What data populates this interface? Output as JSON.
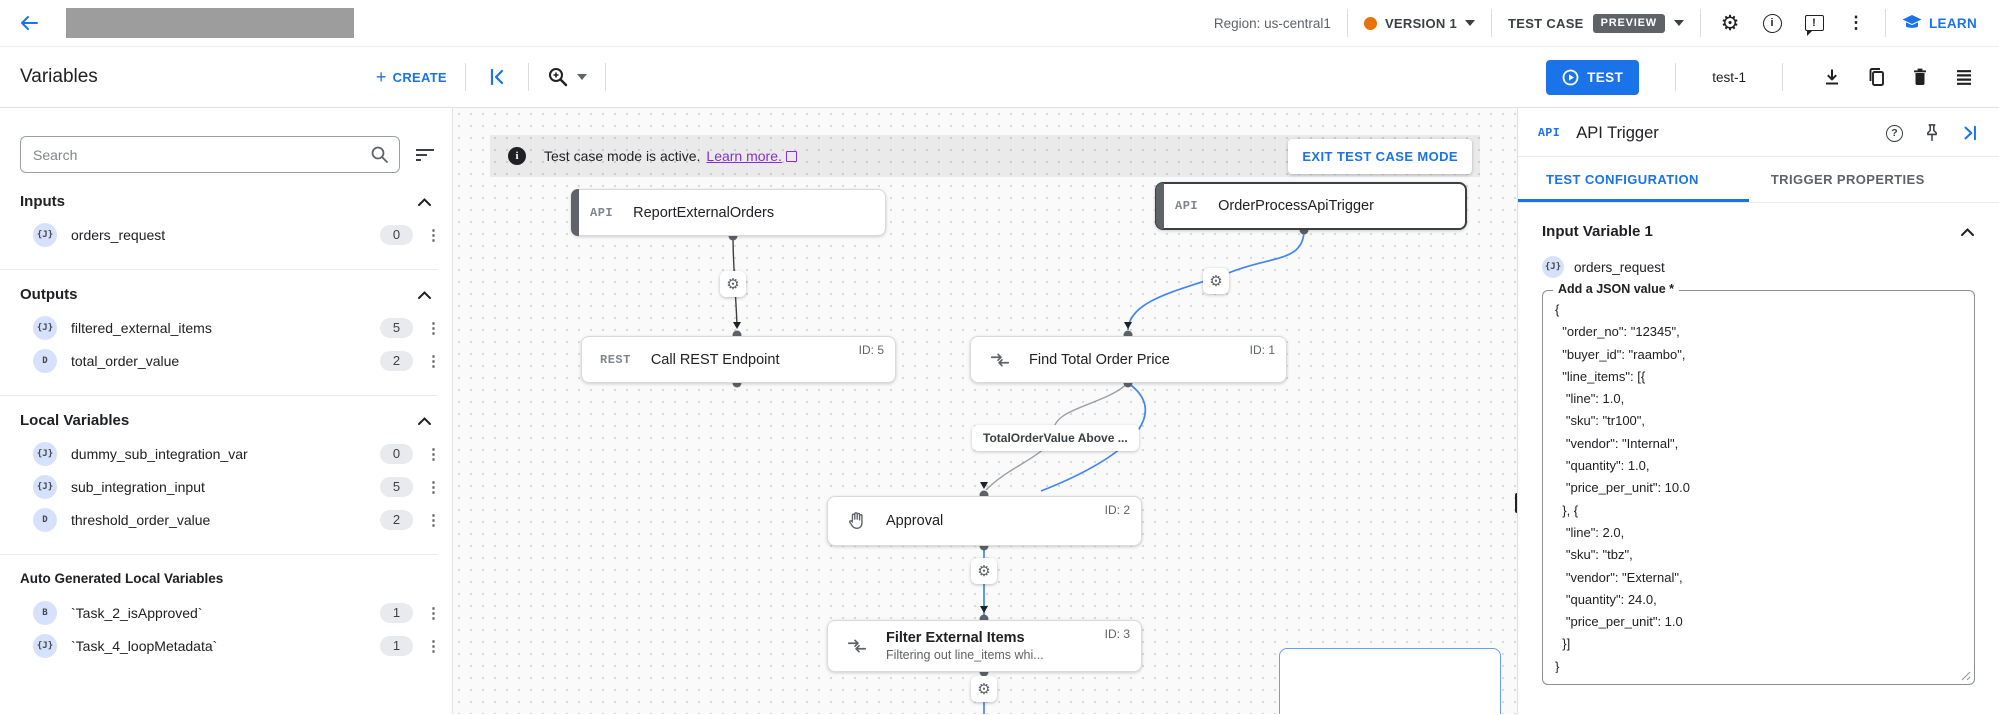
{
  "colors": {
    "accent_blue": "#1a73e8",
    "edge_blue": "#4285f4",
    "version_orange": "#e8710a",
    "link_purple": "#8430ce",
    "preview_badge_bg": "#5f6368",
    "canvas_bg": "#fafafa"
  },
  "top_bar": {
    "region": "Region: us-central1",
    "version_label": "VERSION 1",
    "test_case_label": "TEST CASE",
    "preview_badge": "PREVIEW",
    "learn_label": "LEARN"
  },
  "toolbar": {
    "title": "Variables",
    "create_label": "CREATE",
    "test_button": "TEST",
    "test_name": "test-1"
  },
  "sidebar": {
    "search_placeholder": "Search",
    "sections": [
      {
        "title": "Inputs",
        "items": [
          {
            "badge": "{J}",
            "name": "orders_request",
            "count": "0"
          }
        ]
      },
      {
        "title": "Outputs",
        "items": [
          {
            "badge": "{J}",
            "name": "filtered_external_items",
            "count": "5"
          },
          {
            "badge": "D",
            "name": "total_order_value",
            "count": "2"
          }
        ]
      },
      {
        "title": "Local Variables",
        "items": [
          {
            "badge": "{J}",
            "name": "dummy_sub_integration_var",
            "count": "0"
          },
          {
            "badge": "{J}",
            "name": "sub_integration_input",
            "count": "5"
          },
          {
            "badge": "D",
            "name": "threshold_order_value",
            "count": "2"
          }
        ]
      },
      {
        "title": "Auto Generated Local Variables",
        "items": [
          {
            "badge": "B",
            "name": "`Task_2_isApproved`",
            "count": "1"
          },
          {
            "badge": "{J}",
            "name": "`Task_4_loopMetadata`",
            "count": "1"
          }
        ]
      }
    ]
  },
  "canvas": {
    "banner": {
      "text": "Test case mode is active.",
      "link": "Learn more.",
      "exit_button": "EXIT TEST CASE MODE"
    },
    "nodes": [
      {
        "chip": "API",
        "title": "ReportExternalOrders"
      },
      {
        "chip": "API",
        "title": "OrderProcessApiTrigger"
      },
      {
        "chip": "REST",
        "title": "Call REST Endpoint",
        "id": "ID: 5"
      },
      {
        "title": "Find Total Order Price",
        "id": "ID: 1"
      },
      {
        "title": "Approval",
        "id": "ID: 2"
      },
      {
        "title": "Filter External Items",
        "id": "ID: 3",
        "subtitle": "Filtering out line_items whi..."
      }
    ],
    "edge_label": "TotalOrderValue Above ..."
  },
  "panel": {
    "chip": "API",
    "title": "API Trigger",
    "tabs": [
      {
        "label": "TEST CONFIGURATION"
      },
      {
        "label": "TRIGGER PROPERTIES"
      }
    ],
    "section_title": "Input Variable 1",
    "variable": {
      "badge": "{J}",
      "name": "orders_request"
    },
    "field_label": "Add a JSON value *",
    "json_value": "{\n  \"order_no\": \"12345\",\n  \"buyer_id\": \"raambo\",\n  \"line_items\": [{\n   \"line\": 1.0,\n   \"sku\": \"tr100\",\n   \"vendor\": \"Internal\",\n   \"quantity\": 1.0,\n   \"price_per_unit\": 10.0\n  }, {\n   \"line\": 2.0,\n   \"sku\": \"tbz\",\n   \"vendor\": \"External\",\n   \"quantity\": 24.0,\n   \"price_per_unit\": 1.0\n  }]\n}"
  }
}
